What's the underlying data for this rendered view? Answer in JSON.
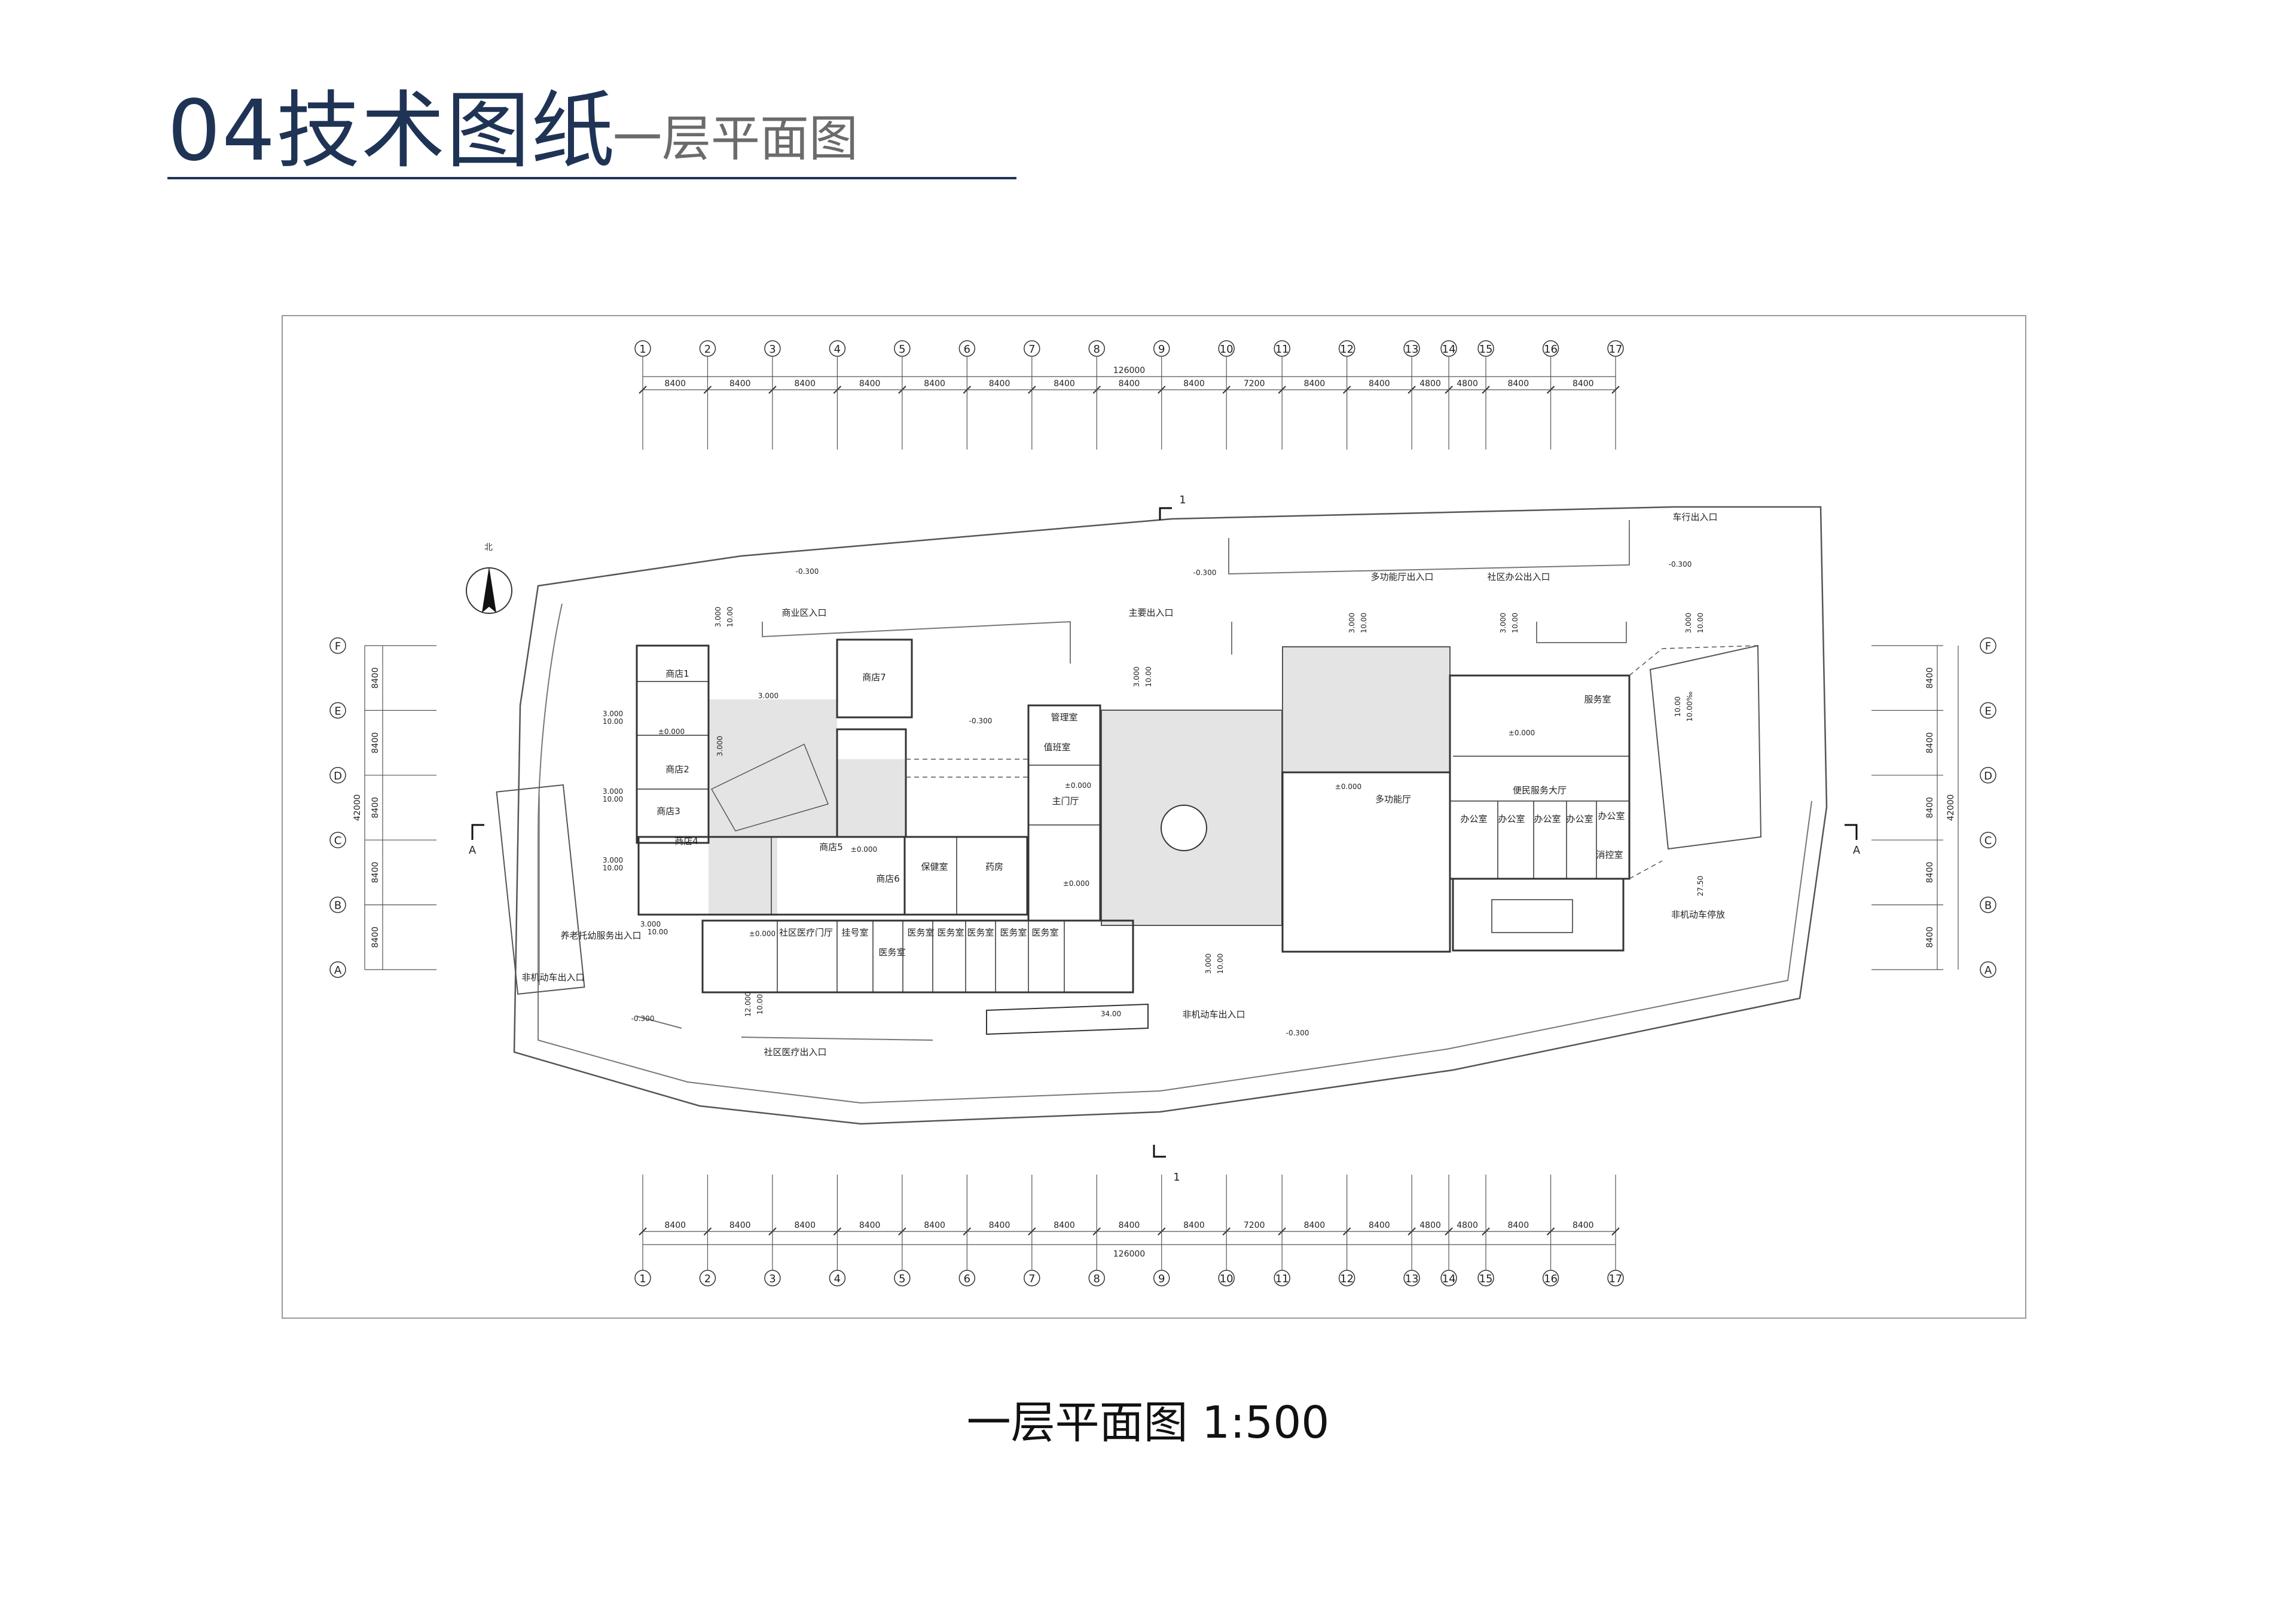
{
  "header": {
    "title": "04技术图纸",
    "subtitle": "一层平面图"
  },
  "caption": "一层平面图 1:500",
  "colors": {
    "title": "#1f3355",
    "subtitle": "#6b6b6b",
    "line": "#333333",
    "fill": "#e4e4e4"
  },
  "north_arrow": {
    "label": "北"
  },
  "grid": {
    "columns": [
      "1",
      "2",
      "3",
      "4",
      "5",
      "6",
      "7",
      "8",
      "9",
      "10",
      "11",
      "12",
      "13",
      "14",
      "15",
      "16",
      "17"
    ],
    "spans": [
      "8400",
      "8400",
      "8400",
      "8400",
      "8400",
      "8400",
      "8400",
      "8400",
      "8400",
      "7200",
      "8400",
      "8400",
      "4800",
      "4800",
      "8400",
      "8400"
    ],
    "total": "126000",
    "rows": [
      "F",
      "E",
      "D",
      "C",
      "B",
      "A"
    ],
    "row_spans": [
      "8400",
      "8400",
      "8400",
      "8400",
      "8400"
    ],
    "row_total": "42000"
  },
  "section_marks": {
    "vertical": "1",
    "horizontal": "A"
  },
  "rooms": [
    {
      "text": "商店1"
    },
    {
      "text": "商店2"
    },
    {
      "text": "商店3"
    },
    {
      "text": "商店4"
    },
    {
      "text": "商店5"
    },
    {
      "text": "商店6"
    },
    {
      "text": "商店7"
    },
    {
      "text": "保健室"
    },
    {
      "text": "药房"
    },
    {
      "text": "管理室"
    },
    {
      "text": "值班室"
    },
    {
      "text": "主门厅"
    },
    {
      "text": "多功能厅"
    },
    {
      "text": "便民服务大厅"
    },
    {
      "text": "服务室"
    },
    {
      "text": "办公室"
    },
    {
      "text": "办公室"
    },
    {
      "text": "办公室"
    },
    {
      "text": "办公室"
    },
    {
      "text": "办公室"
    },
    {
      "text": "消控室"
    },
    {
      "text": "社区医疗门厅"
    },
    {
      "text": "挂号室"
    },
    {
      "text": "医务室"
    },
    {
      "text": "医务室"
    },
    {
      "text": "医务室"
    },
    {
      "text": "医务室"
    },
    {
      "text": "医务室"
    },
    {
      "text": "医务室"
    }
  ],
  "entrances": [
    {
      "text": "商业区入口"
    },
    {
      "text": "主要出入口"
    },
    {
      "text": "多功能厅出入口"
    },
    {
      "text": "社区办公出入口"
    },
    {
      "text": "车行出入口"
    },
    {
      "text": "养老托幼服务出入口"
    },
    {
      "text": "非机动车出入口"
    },
    {
      "text": "社区医疗出入口"
    },
    {
      "text": "非机动车出入口"
    },
    {
      "text": "非机动车停放"
    }
  ],
  "levels": [
    {
      "text": "-0.300"
    },
    {
      "text": "-0.300"
    },
    {
      "text": "-0.300"
    },
    {
      "text": "-0.300"
    },
    {
      "text": "-0.300"
    },
    {
      "text": "-0.300"
    },
    {
      "text": "±0.000"
    },
    {
      "text": "±0.000"
    },
    {
      "text": "±0.000"
    },
    {
      "text": "±0.000"
    },
    {
      "text": "±0.000"
    },
    {
      "text": "±0.000"
    },
    {
      "text": "±0.000"
    },
    {
      "text": "3.000"
    },
    {
      "text": "3.000"
    },
    {
      "text": "3.000"
    },
    {
      "text": "3.000"
    },
    {
      "text": "3.000"
    },
    {
      "text": "3.000"
    },
    {
      "text": "3.000"
    },
    {
      "text": "3.000"
    },
    {
      "text": "3.000"
    },
    {
      "text": "3.000"
    },
    {
      "text": "3.000"
    },
    {
      "text": "3.000"
    },
    {
      "text": "12.000"
    },
    {
      "text": "10.00"
    },
    {
      "text": "10.00"
    },
    {
      "text": "10.00"
    },
    {
      "text": "10.00"
    },
    {
      "text": "10.00"
    },
    {
      "text": "10.00"
    },
    {
      "text": "10.00"
    },
    {
      "text": "10.00"
    },
    {
      "text": "10.00"
    },
    {
      "text": "10.00"
    },
    {
      "text": "10.00"
    },
    {
      "text": "10.00"
    },
    {
      "text": "27.50"
    },
    {
      "text": "10.00‰"
    },
    {
      "text": "34.00"
    }
  ]
}
